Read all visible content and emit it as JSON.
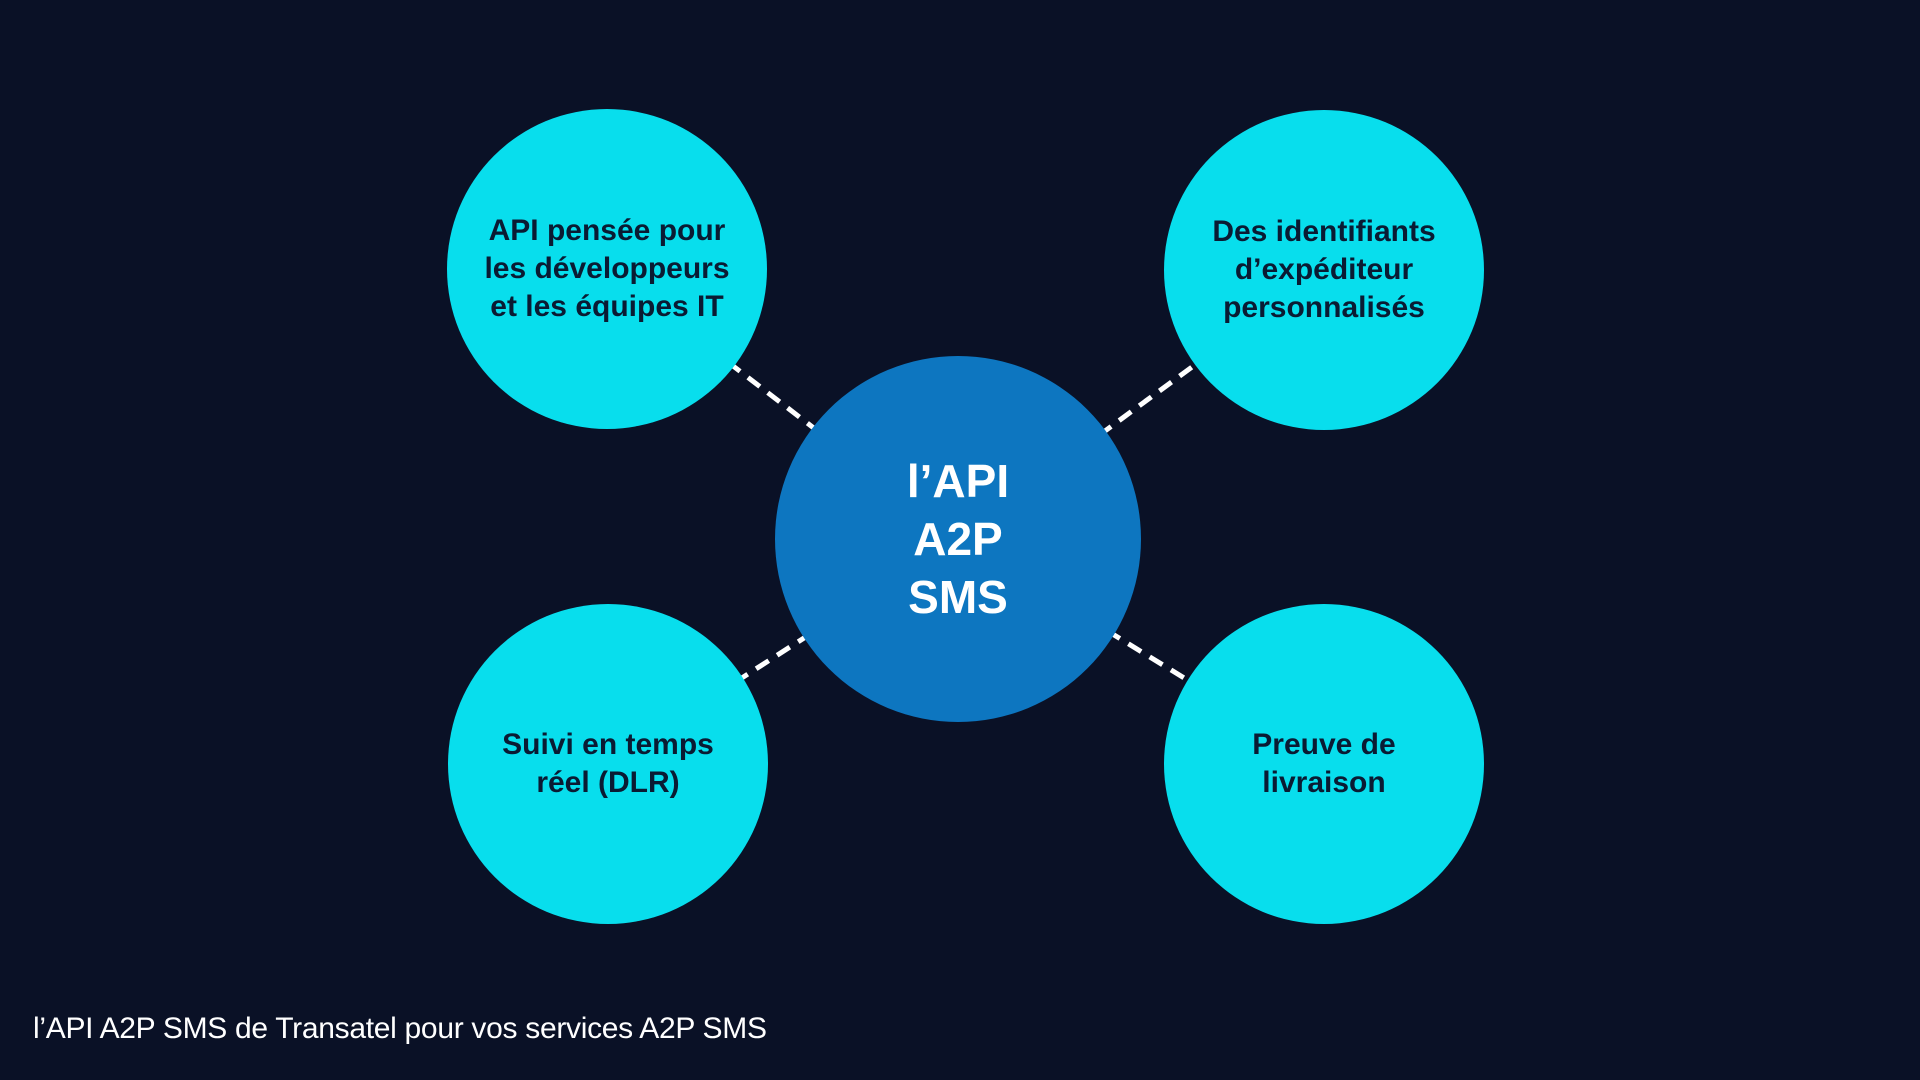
{
  "colors": {
    "background": "#0A1126",
    "satellite_fill": "#08DEED",
    "center_fill": "#0D76C0",
    "satellite_text": "#0A1B33",
    "center_text": "#FFFFFF",
    "connector": "#FFFFFF",
    "caption_text": "#FFFFFF"
  },
  "diagram": {
    "type": "hub-and-spoke",
    "center": {
      "lines": [
        "l’API",
        "A2P",
        "SMS"
      ]
    },
    "satellites": [
      {
        "id": "developer-api",
        "position": "top-left",
        "lines": [
          "API pensée pour",
          "les développeurs",
          "et les équipes IT"
        ]
      },
      {
        "id": "sender-ids",
        "position": "top-right",
        "lines": [
          "Des identifiants",
          "d’expéditeur",
          "personnalisés"
        ]
      },
      {
        "id": "dlr-tracking",
        "position": "bottom-left",
        "lines": [
          "Suivi en temps",
          "réel (DLR)"
        ]
      },
      {
        "id": "delivery-proof",
        "position": "bottom-right",
        "lines": [
          "Preuve de",
          "livraison"
        ]
      }
    ]
  },
  "caption": "l’API A2P SMS de Transatel pour vos services A2P SMS"
}
